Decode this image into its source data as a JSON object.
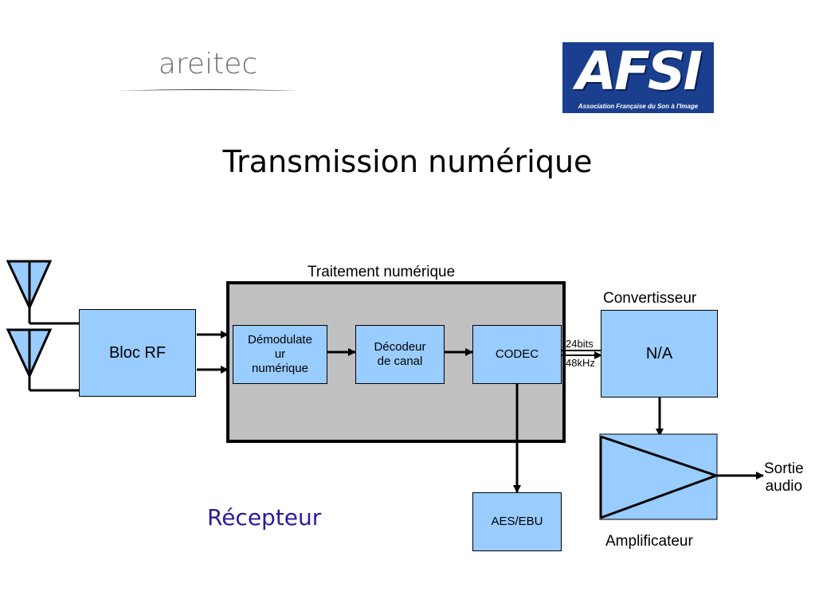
{
  "logos": {
    "areitec": "areitec",
    "afsi": "AFSI",
    "afsi_tagline": "Association Française du Son à l'Image"
  },
  "title": "Transmission numérique",
  "processing_label": "Traitement numérique",
  "blocks": {
    "bloc_rf": "Bloc RF",
    "demodulateur_line1": "Démodulate",
    "demodulateur_line2": "ur",
    "demodulateur_line3": "numérique",
    "decodeur_line1": "Décodeur",
    "decodeur_line2": "de canal",
    "codec": "CODEC",
    "na": "N/A",
    "aes_ebu": "AES/EBU"
  },
  "labels": {
    "convertisseur": "Convertisseur",
    "bits": "24bits",
    "freq": "48kHz",
    "sortie_line1": "Sortie",
    "sortie_line2": "audio",
    "amplificateur": "Amplificateur",
    "recepteur": "Récepteur"
  },
  "colors": {
    "block_fill": "#99ccff",
    "processing_fill": "#c0c0c0",
    "recepteur_text": "#2a1aa0",
    "afsi_bg": "#1b3f8f"
  }
}
